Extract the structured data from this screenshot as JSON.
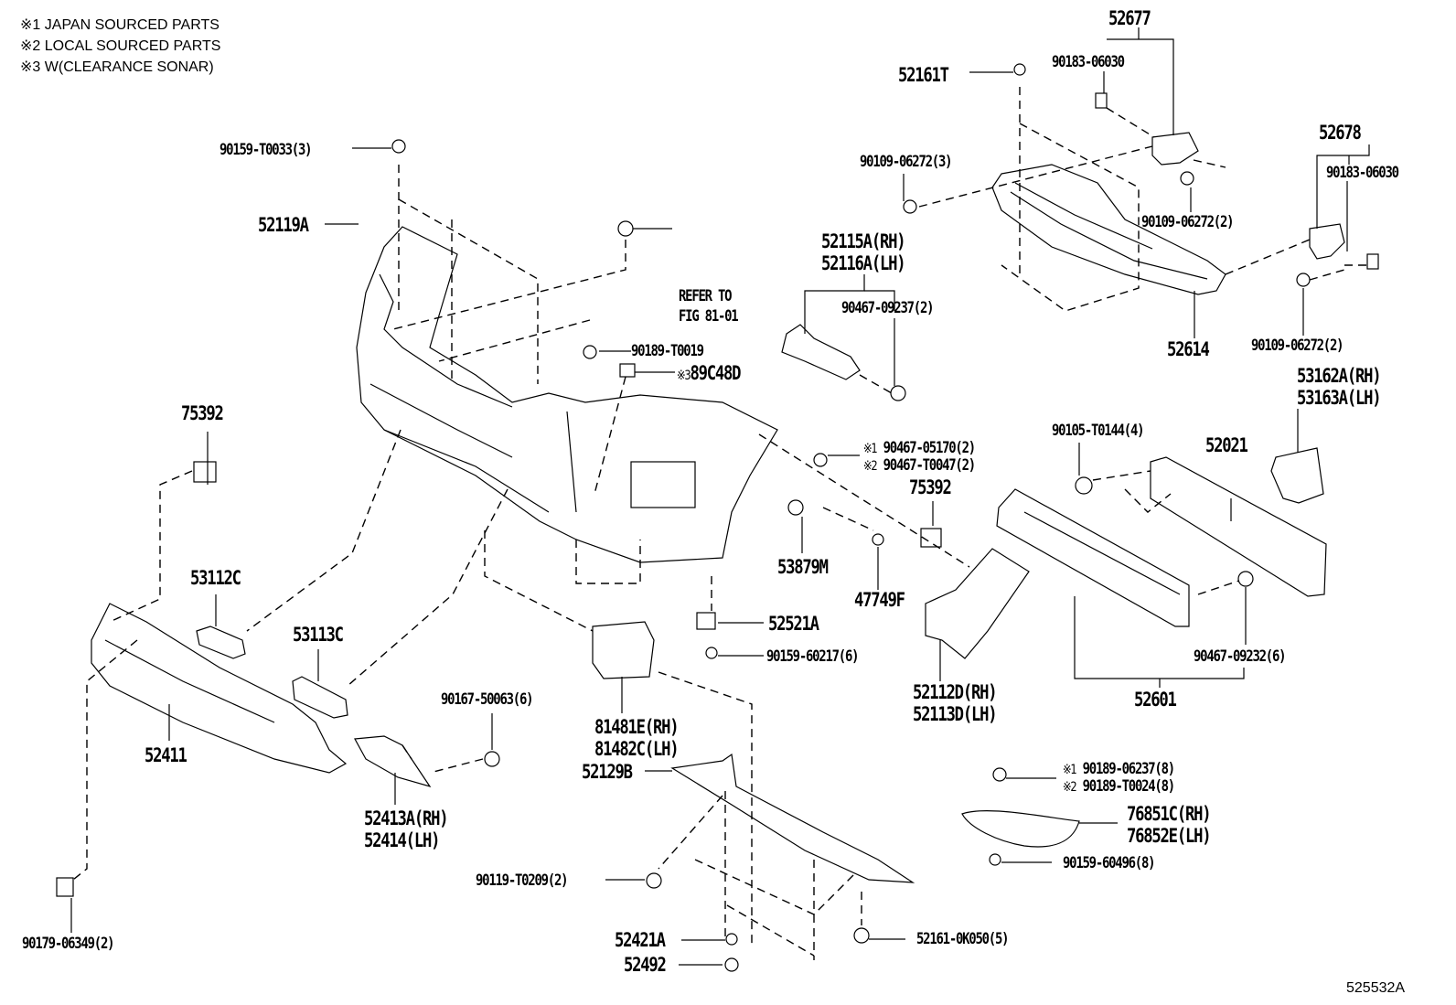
{
  "notes": [
    {
      "mark": "※1",
      "text": "JAPAN SOURCED PARTS"
    },
    {
      "mark": "※2",
      "text": "LOCAL SOURCED PARTS"
    },
    {
      "mark": "※3",
      "text": "W(CLEARANCE SONAR)"
    }
  ],
  "figure_number": "525532A",
  "callouts": {
    "p52677": "52677",
    "p90183_a": "90183-06030",
    "p52161T": "52161T",
    "p90109_3": "90109-06272(3)",
    "p90109_2a": "90109-06272(2)",
    "p52678": "52678",
    "p90183_b": "90183-06030",
    "p52614": "52614",
    "p90109_2b": "90109-06272(2)",
    "p90159_T0033": "90159-T0033(3)",
    "p52119A": "52119A",
    "refer_line1": "REFER TO",
    "refer_line2": "FIG 81-01",
    "p90189_T0019": "90189-T0019",
    "p89C48D_mark": "※3",
    "p89C48D": "89C48D",
    "p52115A": "52115A(RH)",
    "p52116A": "52116A(LH)",
    "p90467_09237": "90467-09237(2)",
    "p53162A": "53162A(RH)",
    "p53163A": "53163A(LH)",
    "p90105_T0144": "90105-T0144(4)",
    "p52021": "52021",
    "p90467_05170_mark": "※1",
    "p90467_05170": "90467-05170(2)",
    "p90467_T0047_mark": "※2",
    "p90467_T0047": "90467-T0047(2)",
    "p75392_right": "75392",
    "p75392_left": "75392",
    "p53879M": "53879M",
    "p47749F": "47749F",
    "p52521A": "52521A",
    "p90159_60217": "90159-60217(6)",
    "p52112D": "52112D(RH)",
    "p52113D": "52113D(LH)",
    "p90467_09232": "90467-09232(6)",
    "p52601": "52601",
    "p53112C": "53112C",
    "p53113C": "53113C",
    "p52411": "52411",
    "p90167_50063": "90167-50063(6)",
    "p52413A": "52413A(RH)",
    "p52414": "52414(LH)",
    "p81481E": "81481E(RH)",
    "p81482C": "81482C(LH)",
    "p52129B": "52129B",
    "p90189_06237_mark": "※1",
    "p90189_06237": "90189-06237(8)",
    "p90189_T0024_mark": "※2",
    "p90189_T0024": "90189-T0024(8)",
    "p76851C": "76851C(RH)",
    "p76852E": "76852E(LH)",
    "p90159_60496": "90159-60496(8)",
    "p90119_T0209": "90119-T0209(2)",
    "p52421A": "52421A",
    "p52492": "52492",
    "p52161_0K050": "52161-0K050(5)",
    "p90179_06349": "90179-06349(2)"
  }
}
